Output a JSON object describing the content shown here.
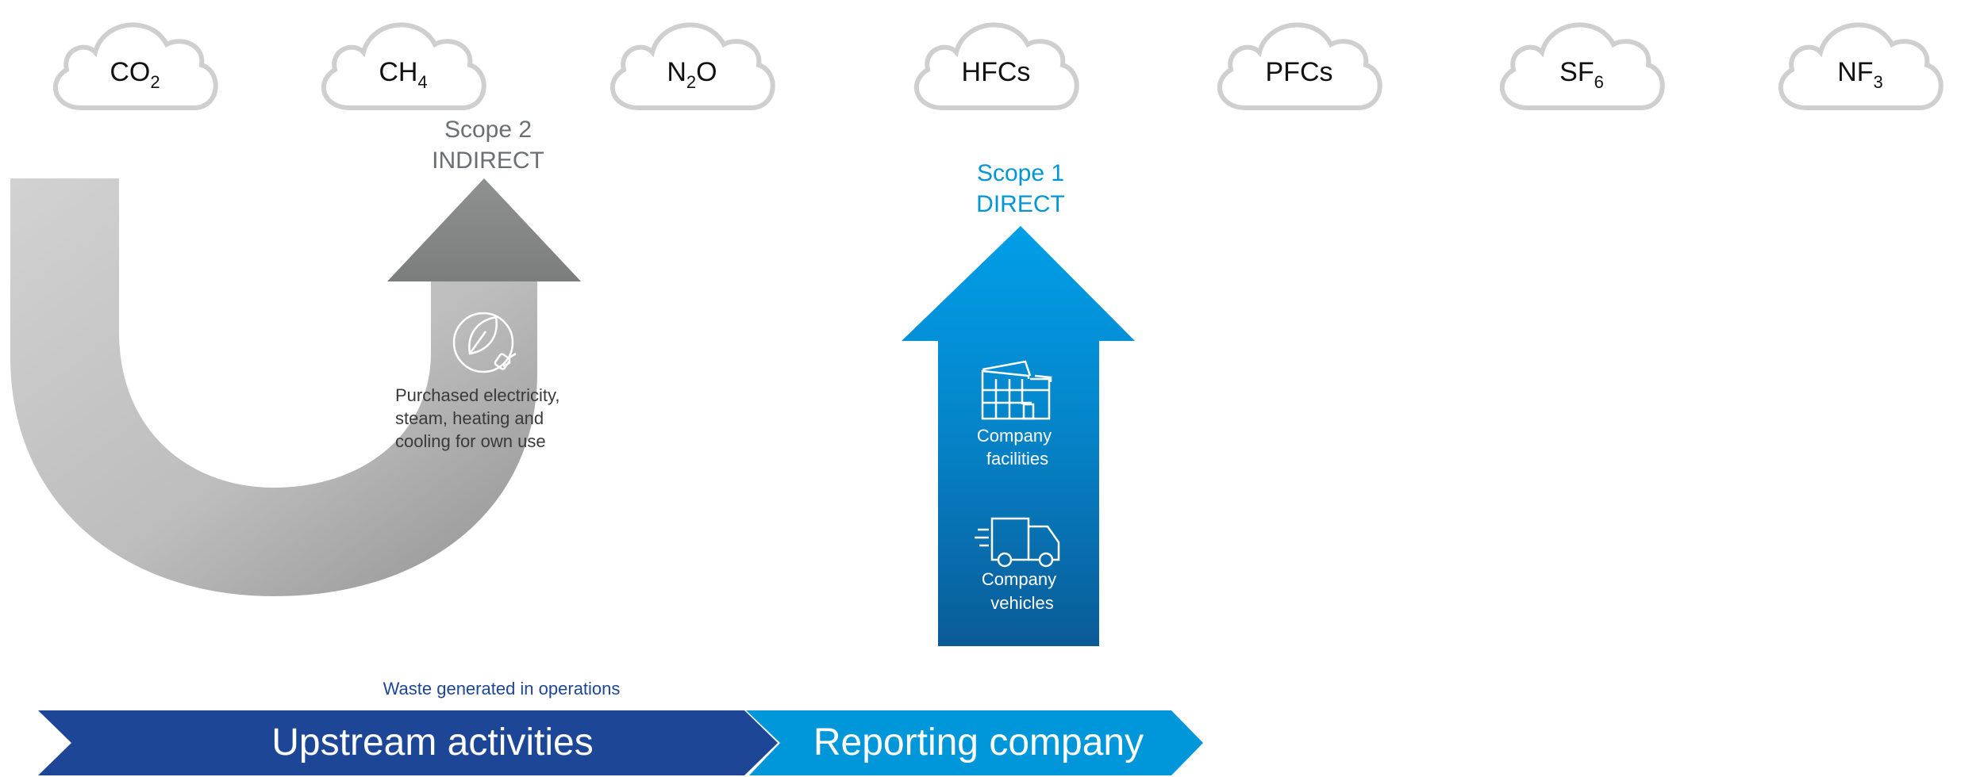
{
  "gases": [
    {
      "base": "CO",
      "sub": "2"
    },
    {
      "base": "CH",
      "sub": "4"
    },
    {
      "base": "N",
      "sub": "2",
      "tail": "O"
    },
    {
      "base": "HFCs",
      "sub": ""
    },
    {
      "base": "PFCs",
      "sub": ""
    },
    {
      "base": "SF",
      "sub": "6"
    },
    {
      "base": "NF",
      "sub": "3"
    }
  ],
  "scope2": {
    "line1": "Scope 2",
    "line2": "INDIRECT",
    "icon": "leaf-plug-icon",
    "desc": [
      "Purchased electricity,",
      "steam, heating and",
      "cooling for own use"
    ]
  },
  "scope1": {
    "line1": "Scope 1",
    "line2": "DIRECT",
    "facilities_icon": "factory-icon",
    "facilities": [
      "Company",
      "facilities"
    ],
    "vehicles_icon": "truck-icon",
    "vehicles": [
      "Company",
      "vehicles"
    ]
  },
  "waste_label": "Waste generated in operations",
  "bands": {
    "upstream": "Upstream activities",
    "reporting": "Reporting company"
  },
  "colors": {
    "cloud_stroke": "#cfcfcf",
    "scope2_text": "#6b6f73",
    "scope1_text": "#0096d6",
    "upstream_band": "#1d4696",
    "reporting_band": "#0097da",
    "waste_text": "#1d4696"
  }
}
